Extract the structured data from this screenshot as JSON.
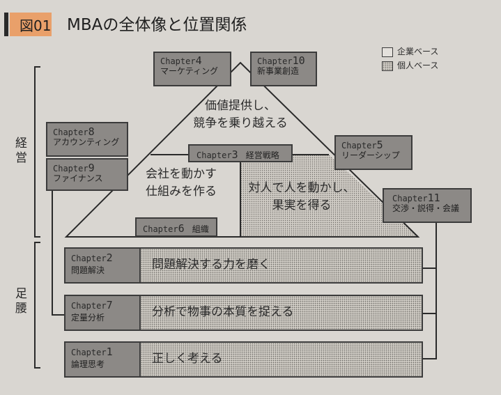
{
  "title": {
    "fig_no": "図01",
    "text": "MBAの全体像と位置関係"
  },
  "legend": {
    "corporate": "企業ベース",
    "individual": "個人ベース"
  },
  "side_labels": {
    "top": "経営",
    "bottom": "足腰"
  },
  "pyramid_texts": {
    "top": "価値提供し、\n競争を乗り越える",
    "left": "会社を動かす\n仕組みを作る",
    "right": "対人で人を動かし、\n果実を得る"
  },
  "chapters": {
    "c4": {
      "word": "Chapter",
      "num": "4",
      "name": "マーケティング"
    },
    "c10": {
      "word": "Chapter",
      "num": "10",
      "name": "新事業創造"
    },
    "c8": {
      "word": "Chapter",
      "num": "8",
      "name": "アカウンティング"
    },
    "c9": {
      "word": "Chapter",
      "num": "9",
      "name": "ファイナンス"
    },
    "c3": {
      "word": "Chapter",
      "num": "3",
      "name": "経営戦略"
    },
    "c5": {
      "word": "Chapter",
      "num": "5",
      "name": "リーダーシップ"
    },
    "c11": {
      "word": "Chapter",
      "num": "11",
      "name": "交渉・説得・会議"
    },
    "c6": {
      "word": "Chapter",
      "num": "6",
      "name": "組織"
    },
    "c2": {
      "word": "Chapter",
      "num": "2",
      "name": "問題解決",
      "text": "問題解決する力を磨く"
    },
    "c7": {
      "word": "Chapter",
      "num": "7",
      "name": "定量分析",
      "text": "分析で物事の本質を捉える"
    },
    "c1": {
      "word": "Chapter",
      "num": "1",
      "name": "論理思考",
      "text": "正しく考える"
    }
  }
}
